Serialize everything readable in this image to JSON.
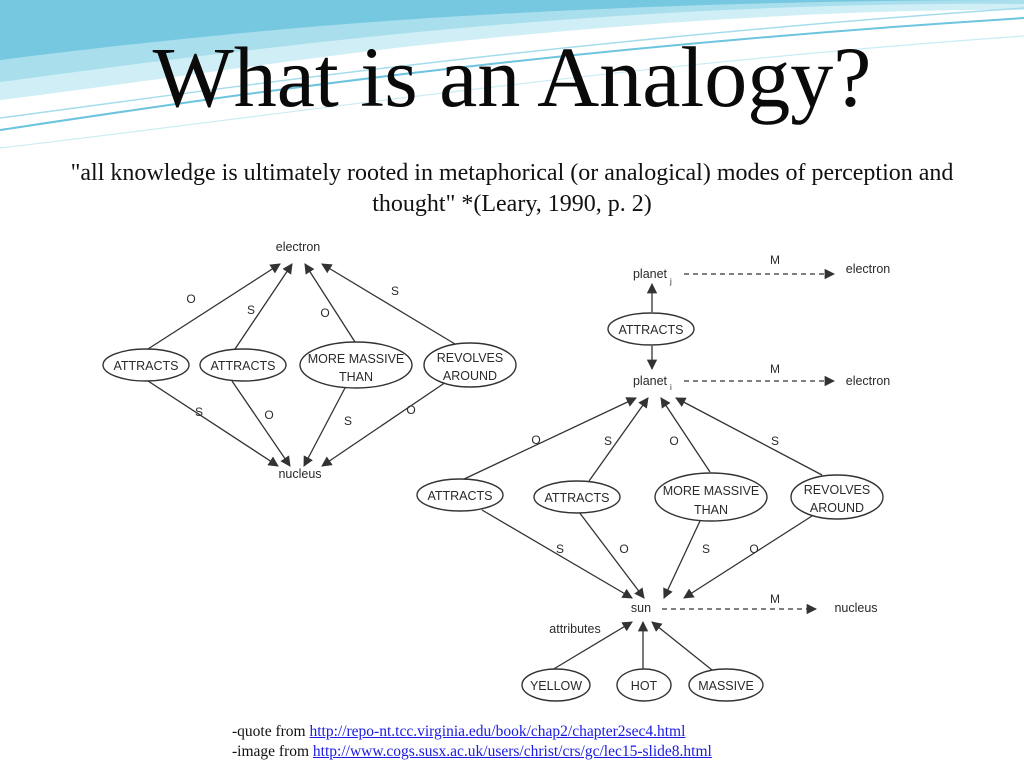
{
  "title": "What is an Analogy?",
  "quote": "\"all knowledge is ultimately rooted in metaphorical (or analogical) modes of perception and thought\" *(Leary, 1990, p. 2)",
  "diagram": {
    "electron": "electron",
    "nucleus": "nucleus",
    "attracts": "ATTRACTS",
    "more_massive": [
      "MORE MASSIVE",
      "THAN"
    ],
    "revolves": [
      "REVOLVES",
      "AROUND"
    ],
    "planet": "planet",
    "sun": "sun",
    "attributes": "attributes",
    "yellow": "YELLOW",
    "hot": "HOT",
    "massive": "MASSIVE",
    "label_o": "O",
    "label_s": "S",
    "label_m": "M",
    "subscript_j": "j",
    "subscript_i": "i"
  },
  "credits": {
    "quote_prefix": "-quote from ",
    "quote_url": "http://repo-nt.tcc.virginia.edu/book/chap2/chapter2sec4.html",
    "image_prefix": "-image from ",
    "image_url": "http://www.cogs.susx.ac.uk/users/christ/crs/gc/lec15-slide8.html"
  },
  "colors": {
    "title": "#0a0a0a",
    "link": "#1a1ae0",
    "wave_light": "#bfe6f1",
    "wave_mid": "#8fd2e6",
    "wave_dark": "#4fb3d3"
  }
}
